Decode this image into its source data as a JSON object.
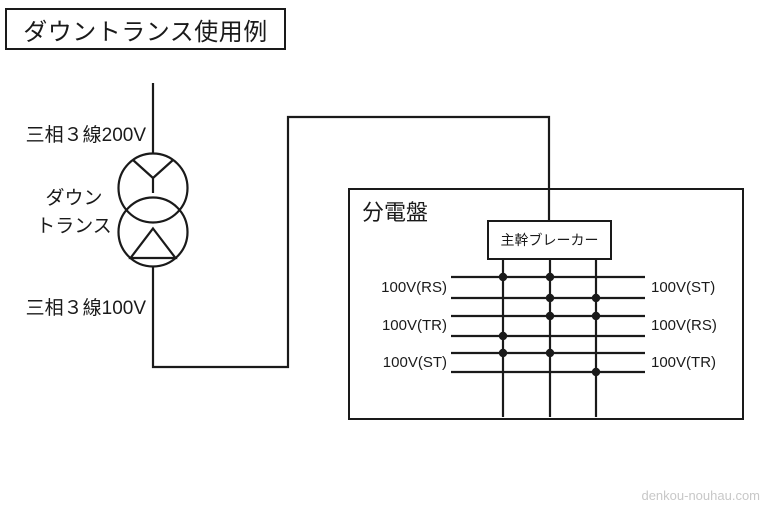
{
  "title": "ダウントランス使用例",
  "colors": {
    "line": "#1a1a1a",
    "background": "#ffffff",
    "watermark": "#c8c8c8"
  },
  "transformer": {
    "input_label": "三相３線200V",
    "name_line1": "ダウン",
    "name_line2": "トランス",
    "output_label": "三相３線100V",
    "primary_symbol": "wye",
    "secondary_symbol": "delta"
  },
  "panel": {
    "title": "分電盤",
    "breaker_label": "主幹ブレーカー",
    "left_circuits": [
      "100V(RS)",
      "100V(TR)",
      "100V(ST)"
    ],
    "right_circuits": [
      "100V(ST)",
      "100V(RS)",
      "100V(TR)"
    ]
  },
  "watermark": "denkou-nouhau.com"
}
